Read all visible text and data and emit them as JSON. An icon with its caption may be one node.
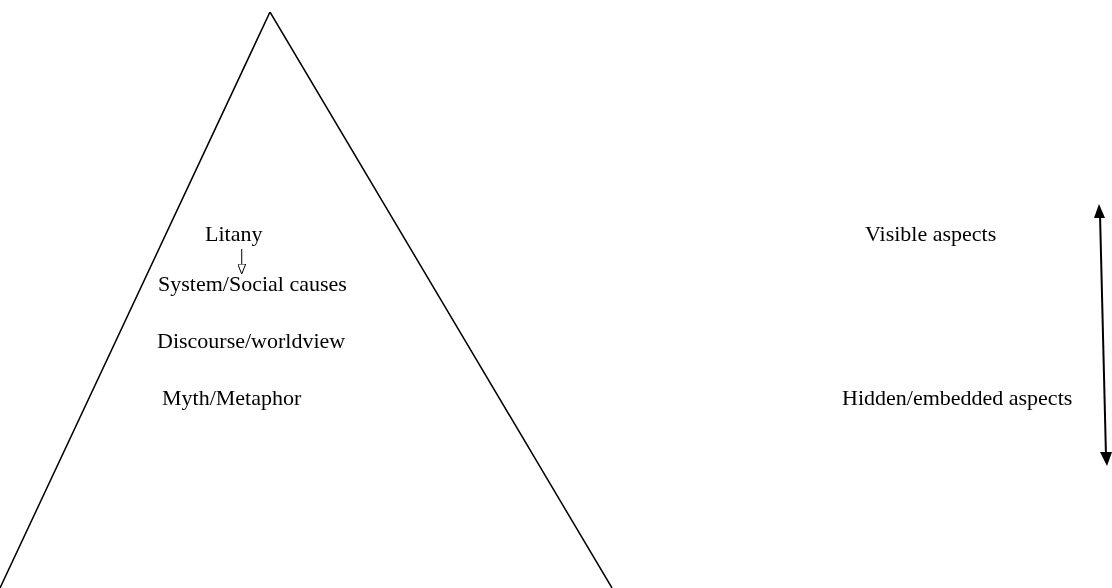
{
  "diagram": {
    "nodes": [
      {
        "text": [],
        "shape": "triangle"
      },
      {
        "text": [
          "Litany"
        ],
        "in": 0
      },
      {
        "text": [
          "System/Social causes"
        ],
        "in": 0
      },
      {
        "text": [
          "Discourse/worldview"
        ],
        "in": 0
      },
      {
        "text": [
          "Myth/Metaphor"
        ],
        "in": 0
      }
    ],
    "edges": [
      {
        "from": 1,
        "to": 2,
        "arrow": "to"
      }
    ],
    "labels": [
      "Visible aspects",
      "Hidden/embedded aspects"
    ]
  }
}
